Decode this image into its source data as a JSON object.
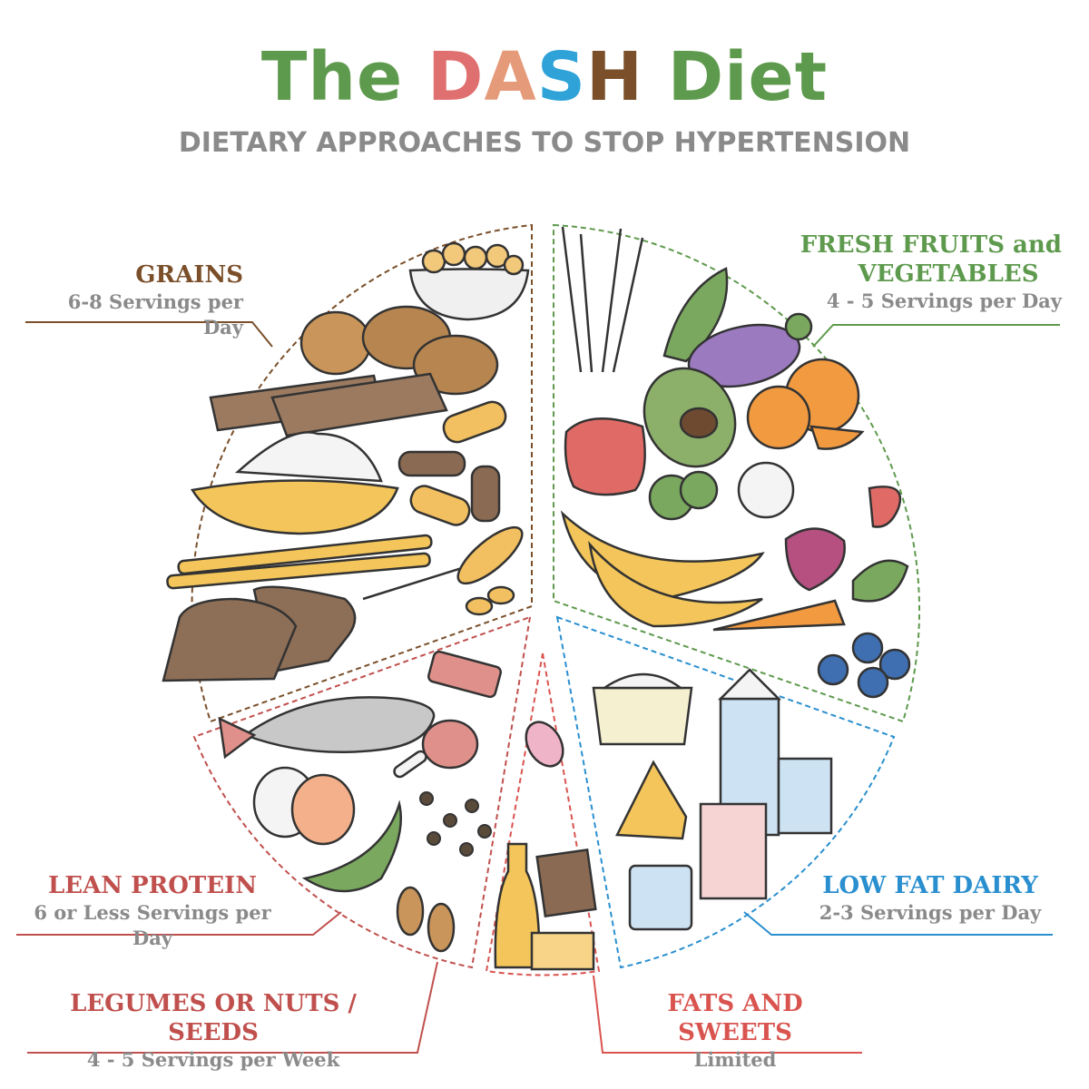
{
  "title": {
    "prefix": "The ",
    "d": "D",
    "a": "A",
    "s": "S",
    "h": "H",
    "suffix": " Diet"
  },
  "subtitle": "DIETARY APPROACHES TO STOP HYPERTENSION",
  "colors": {
    "green": "#5e9a4d",
    "d": "#e07070",
    "a": "#e59a7a",
    "s": "#2fa3d8",
    "h": "#7a4f2a",
    "gray": "#8a8a8a",
    "grains": "#7a4f2a",
    "fruits": "#5e9a4d",
    "protein": "#c0504d",
    "dairy": "#2a8fcf",
    "sweets": "#d9544f"
  },
  "sections": {
    "grains": {
      "heading": "GRAINS",
      "servings": "6-8 Servings per Day"
    },
    "fruits": {
      "heading_line1": "FRESH FRUITS and",
      "heading_line2": "VEGETABLES",
      "servings": "4 - 5 Servings per Day"
    },
    "protein": {
      "heading": "LEAN PROTEIN",
      "servings": "6 or Less Servings per Day"
    },
    "legumes": {
      "heading": "LEGUMES OR NUTS / SEEDS",
      "servings": "4 - 5 Servings per Week"
    },
    "dairy": {
      "heading": "LOW FAT DAIRY",
      "servings": "2-3 Servings per Day"
    },
    "sweets": {
      "heading": "FATS AND SWEETS",
      "servings": "Limited"
    }
  }
}
